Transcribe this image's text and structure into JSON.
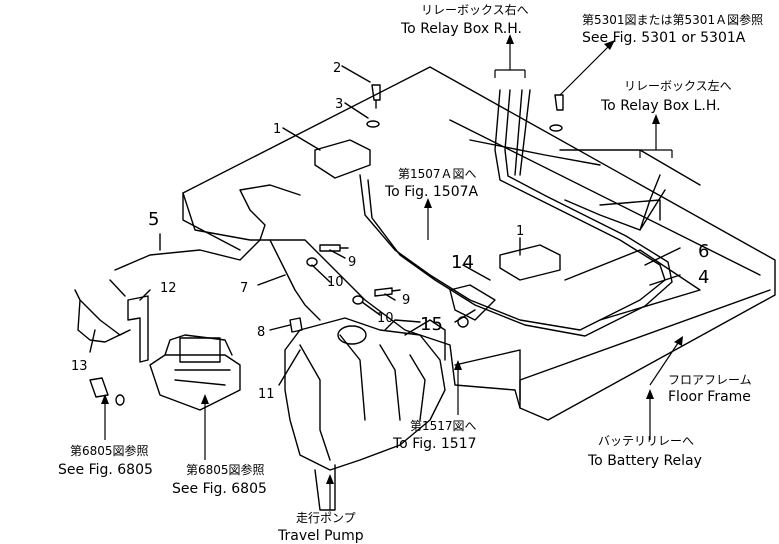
{
  "callouts": {
    "relay_rh": {
      "jp": "リレーボックス右へ",
      "en": "To Relay Box R.H."
    },
    "fig5301": {
      "jp": "第5301図または第5301Ａ図参照",
      "en": "See Fig. 5301 or 5301A"
    },
    "relay_lh": {
      "jp": "リレーボックス左へ",
      "en": "To Relay Box L.H."
    },
    "fig1507a": {
      "jp": "第1507Ａ図へ",
      "en": "To Fig. 1507A"
    },
    "floor_frame": {
      "jp": "フロアフレーム",
      "en": "Floor Frame"
    },
    "battery_relay": {
      "jp": "バッテリリレーへ",
      "en": "To Battery Relay"
    },
    "fig1517": {
      "jp": "第1517図へ",
      "en": "To Fig. 1517"
    },
    "fig6805_left": {
      "jp": "第6805図参照",
      "en": "See Fig. 6805"
    },
    "fig6805_mid": {
      "jp": "第6805図参照",
      "en": "See Fig. 6805"
    },
    "travel_pump": {
      "jp": "走行ポンプ",
      "en": "Travel Pump"
    }
  },
  "part_numbers": {
    "p1a": "1",
    "p1b": "1",
    "p2": "2",
    "p3": "3",
    "p4": "4",
    "p5": "5",
    "p6": "6",
    "p7": "7",
    "p8": "8",
    "p9a": "9",
    "p9b": "9",
    "p10a": "10",
    "p10b": "10",
    "p11": "11",
    "p12": "12",
    "p13": "13",
    "p14": "14",
    "p15": "15"
  }
}
